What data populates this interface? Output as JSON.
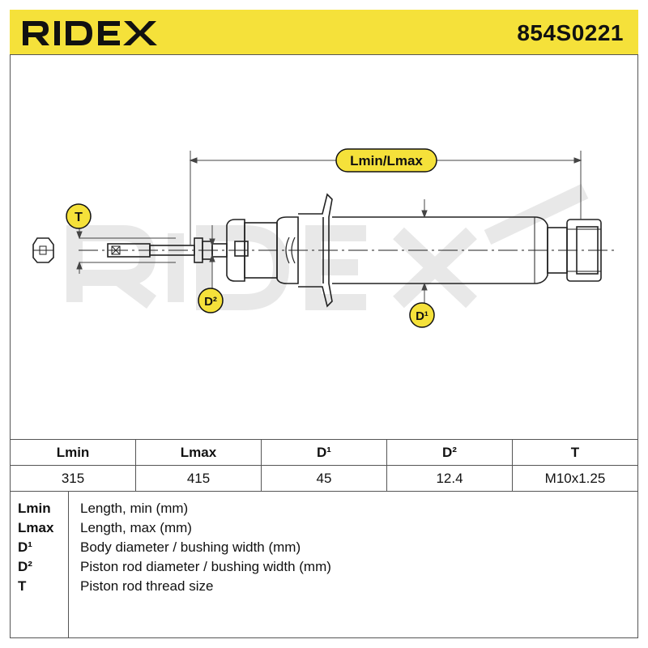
{
  "header": {
    "brand": "RIDEX",
    "part_number": "854S0221"
  },
  "drawing": {
    "label_length": "Lmin/Lmax",
    "label_thread": "T",
    "label_rod_diameter": "D²",
    "label_body_diameter": "D¹",
    "watermark": "RIDEX"
  },
  "table": {
    "headers": [
      "Lmin",
      "Lmax",
      "D¹",
      "D²",
      "T"
    ],
    "values": [
      "315",
      "415",
      "45",
      "12.4",
      "M10x1.25"
    ]
  },
  "legend": [
    {
      "key": "Lmin",
      "desc": "Length, min (mm)"
    },
    {
      "key": "Lmax",
      "desc": "Length, max (mm)"
    },
    {
      "key": "D¹",
      "desc": "Body diameter / bushing width (mm)"
    },
    {
      "key": "D²",
      "desc": "Piston rod diameter / bushing width (mm)"
    },
    {
      "key": "T",
      "desc": "Piston rod thread size"
    }
  ],
  "colors": {
    "accent": "#f5e13a",
    "line": "#222222",
    "watermark": "#e6e6e6"
  }
}
